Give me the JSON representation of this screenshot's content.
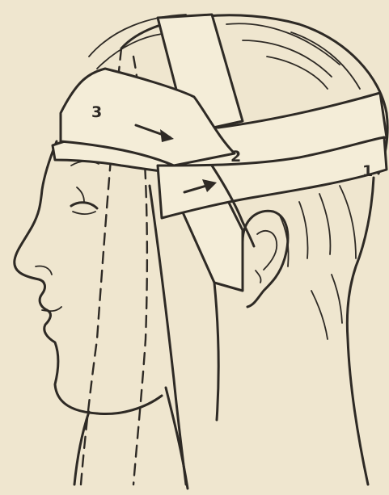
{
  "colors": {
    "paper": "#efe6cf",
    "ink": "#2e2a25",
    "bandage": "#f4edd8"
  },
  "labels": [
    {
      "id": "1",
      "text": "1"
    },
    {
      "id": "2",
      "text": "2"
    },
    {
      "id": "3",
      "text": "3"
    }
  ]
}
